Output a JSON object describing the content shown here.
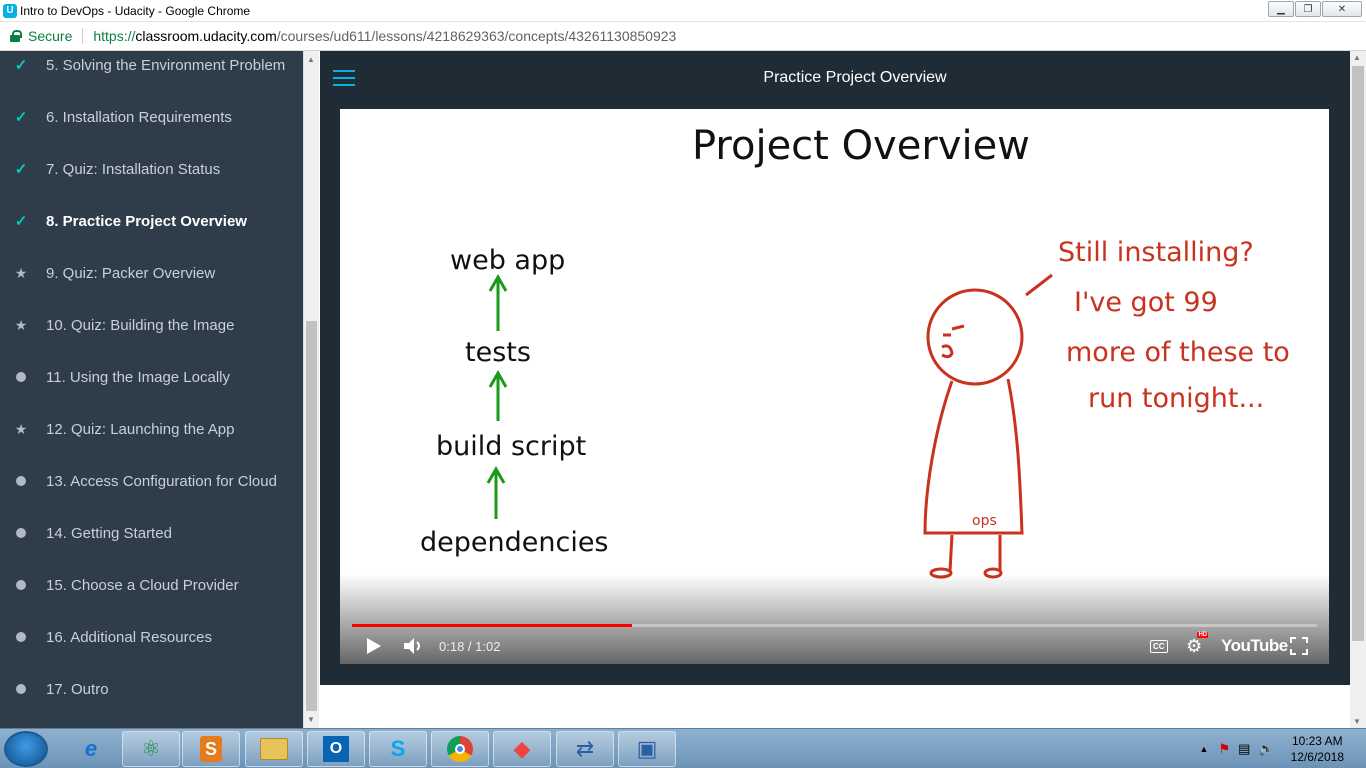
{
  "window": {
    "title": "Intro to DevOps - Udacity - Google Chrome",
    "favicon": "udacity-icon",
    "controls": [
      "minimize",
      "restore",
      "close"
    ]
  },
  "address_bar": {
    "security_label": "Secure",
    "url_scheme": "https://",
    "url_host": "classroom.udacity.com",
    "url_path": "/courses/ud611/lessons/4218629363/concepts/43261130850923"
  },
  "sidebar": {
    "items": [
      {
        "label": "5. Solving the Environment Problem",
        "icon": "check-icon",
        "active": false
      },
      {
        "label": "6. Installation Requirements",
        "icon": "check-icon",
        "active": false
      },
      {
        "label": "7. Quiz: Installation Status",
        "icon": "check-icon",
        "active": false
      },
      {
        "label": "8. Practice Project Overview",
        "icon": "check-icon",
        "active": true
      },
      {
        "label": "9. Quiz: Packer Overview",
        "icon": "star-icon",
        "active": false
      },
      {
        "label": "10. Quiz: Building the Image",
        "icon": "star-icon",
        "active": false
      },
      {
        "label": "11. Using the Image Locally",
        "icon": "dot-icon",
        "active": false
      },
      {
        "label": "12. Quiz: Launching the App",
        "icon": "star-icon",
        "active": false
      },
      {
        "label": "13. Access Configuration for Cloud",
        "icon": "dot-icon",
        "active": false
      },
      {
        "label": "14. Getting Started",
        "icon": "dot-icon",
        "active": false
      },
      {
        "label": "15. Choose a Cloud Provider",
        "icon": "dot-icon",
        "active": false
      },
      {
        "label": "16. Additional Resources",
        "icon": "dot-icon",
        "active": false
      },
      {
        "label": "17. Outro",
        "icon": "dot-icon",
        "active": false
      }
    ]
  },
  "header": {
    "title": "Practice Project Overview"
  },
  "video": {
    "whiteboard": {
      "heading": "Project Overview",
      "stack": [
        "web app",
        "tests",
        "build script",
        "dependencies"
      ],
      "speech": [
        "Still installing?",
        "I've got 99",
        "more of these to",
        "run tonight..."
      ],
      "shirt_label": "ops"
    },
    "time_current": "0:18",
    "time_separator": " / ",
    "time_total": "1:02",
    "progress_fraction": 0.29,
    "brand": "YouTube",
    "cc_label": "CC",
    "hd_badge": "HD"
  },
  "taskbar": {
    "apps": [
      "internet-explorer-icon",
      "atom-icon",
      "sublime-icon",
      "file-explorer-icon",
      "outlook-icon",
      "skype-icon",
      "chrome-icon",
      "app-icon",
      "network-icon",
      "remote-desktop-icon"
    ],
    "clock_time": "10:23 AM",
    "clock_date": "12/6/2018"
  },
  "colors": {
    "sidebar_bg": "#2e3d49",
    "topbar_bg": "#1f2b35",
    "accent": "#02b3e4",
    "check": "#02ccba",
    "progress": "#ff0000",
    "arrow_green": "#1a9a1a",
    "drawing_red": "#c8321e"
  }
}
